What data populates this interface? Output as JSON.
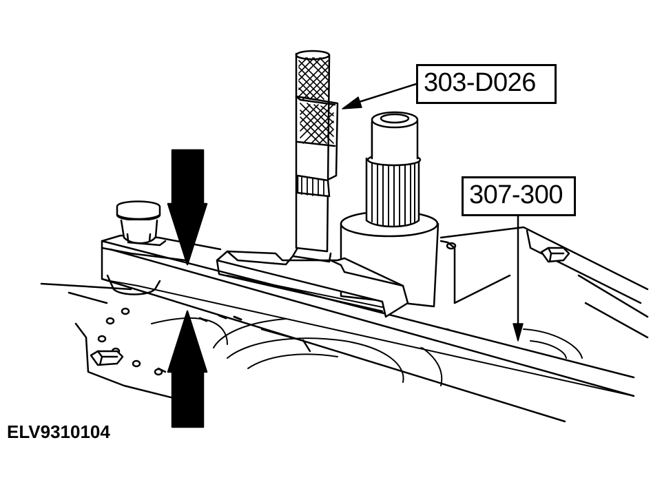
{
  "callouts": {
    "tool_upper": "303-D026",
    "tool_lower": "307-300"
  },
  "figure_id": "ELV9310104",
  "colors": {
    "ink": "#000000",
    "paper": "#ffffff"
  }
}
